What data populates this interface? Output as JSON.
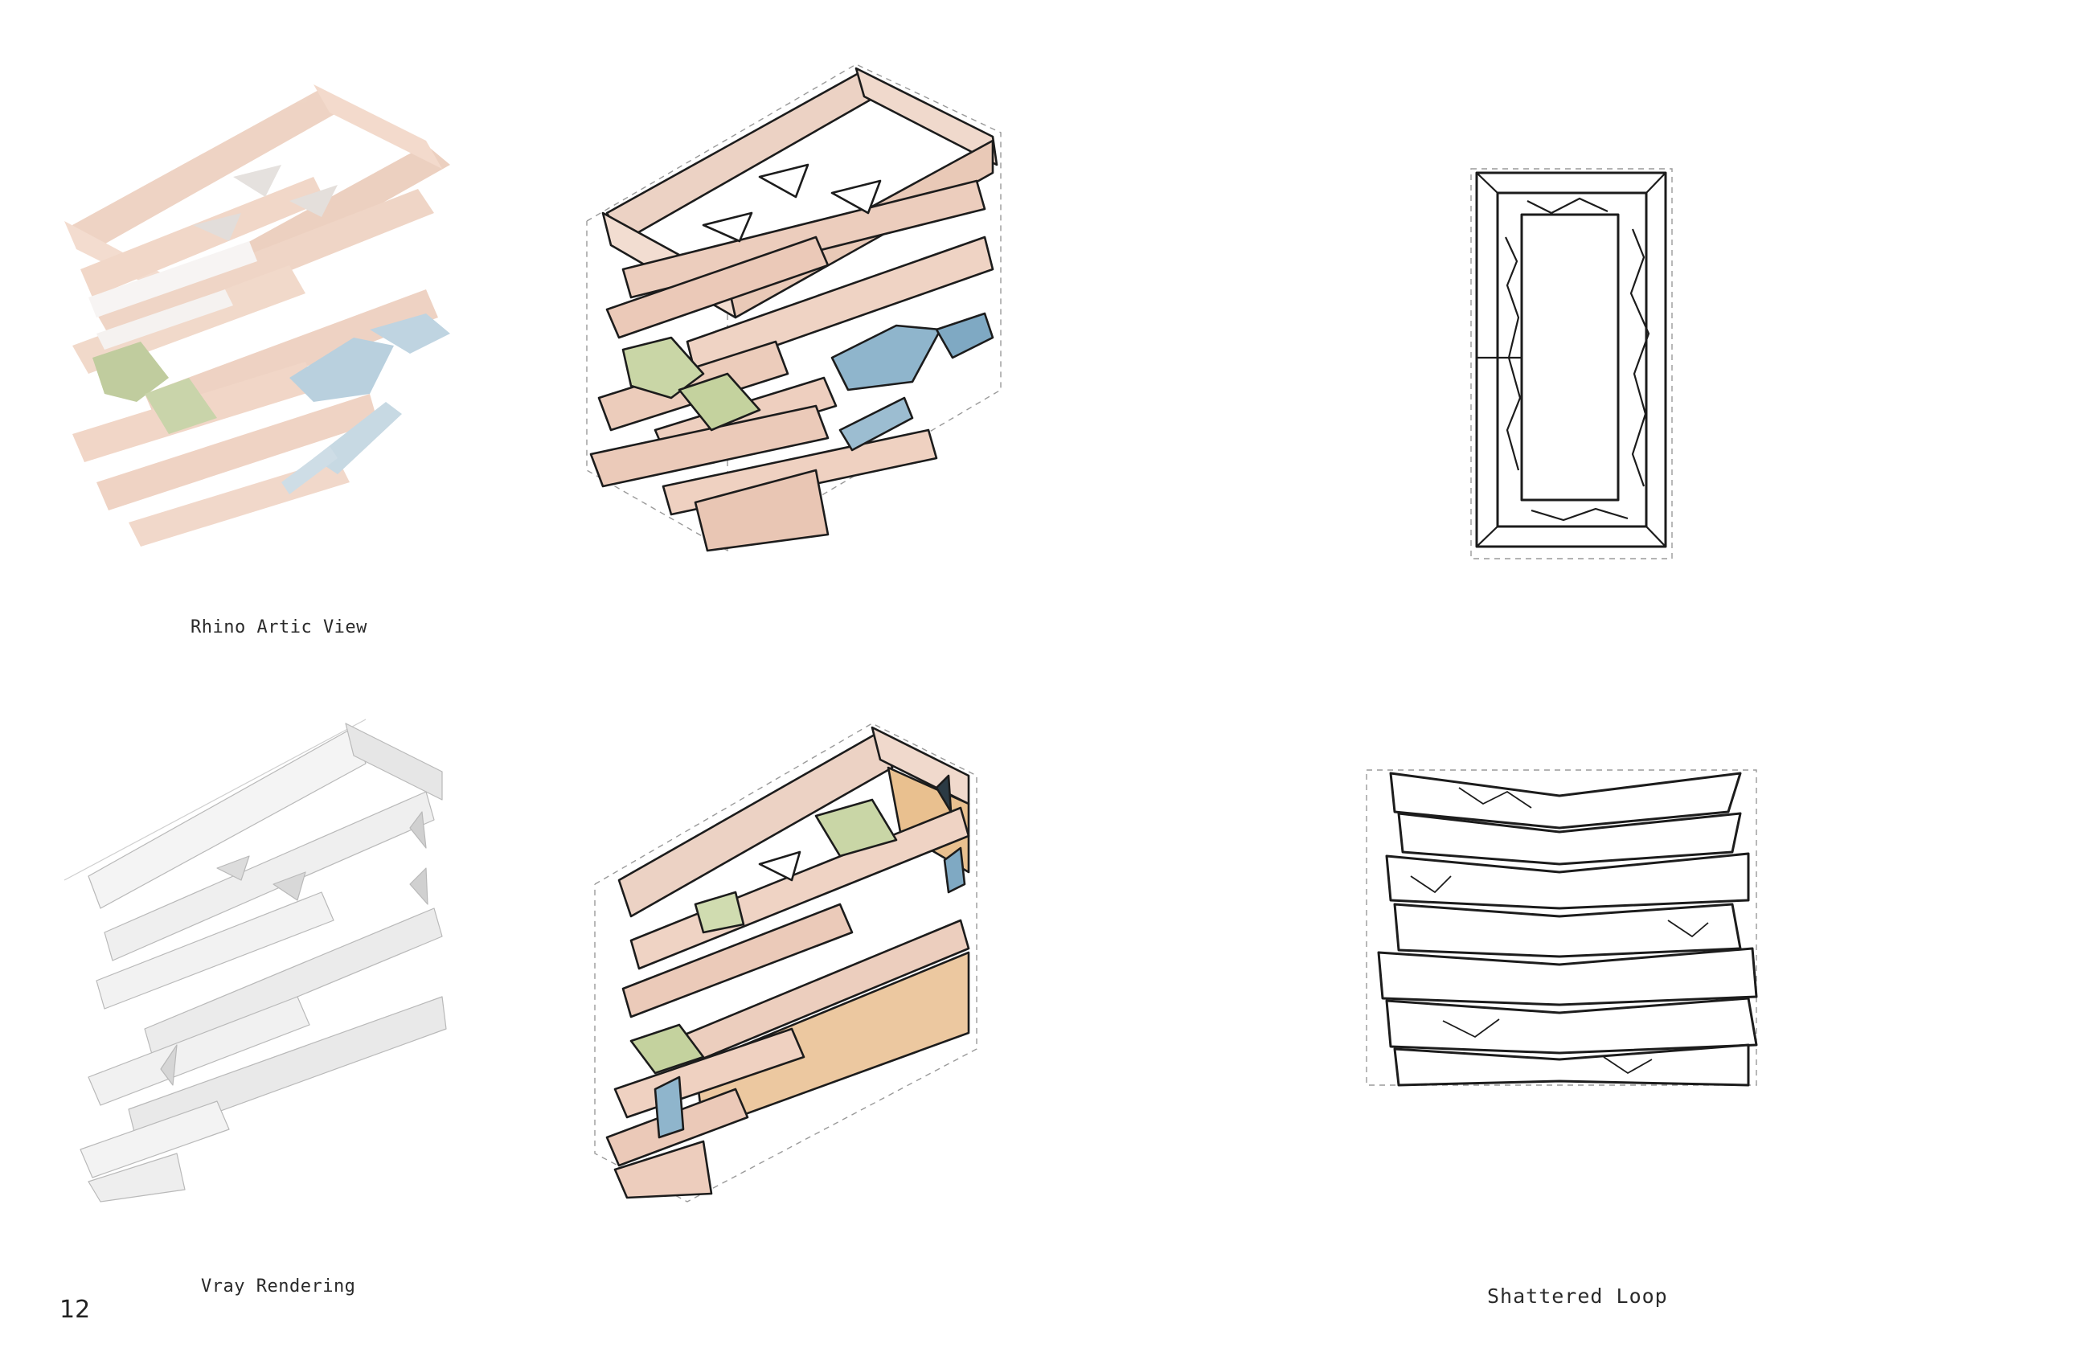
{
  "captions": {
    "rhino_view": "Rhino Artic View",
    "vray_rendering": "Vray Rendering",
    "shattered_loop": "Shattered Loop"
  },
  "page": {
    "number": "12"
  },
  "colors": {
    "wood": "#eccbb8",
    "wood_outline": "#1c1c1c",
    "green": "#c9d6a6",
    "blue": "#8fb5cc",
    "orange": "#e9c08f",
    "white_render": "#f1f1f1"
  }
}
